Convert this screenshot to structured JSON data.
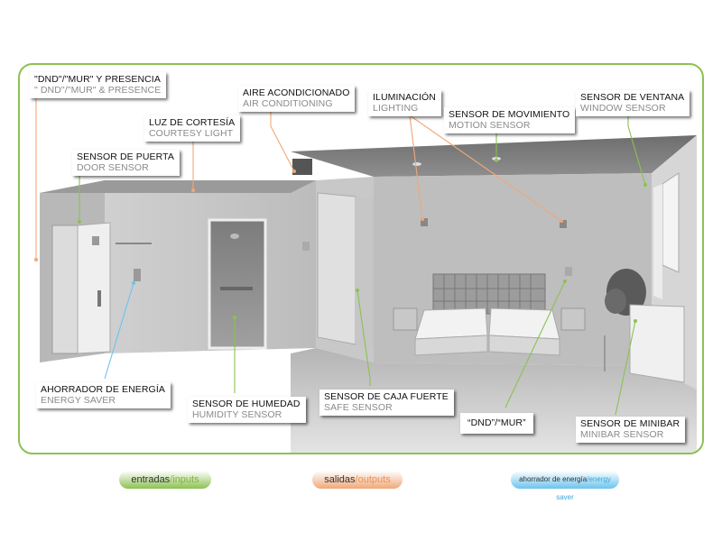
{
  "labels": {
    "dnd_presence": {
      "es": "\"DND\"/\"MUR\" Y PRESENCIA",
      "en": "\" DND\"/\"MUR\" & PRESENCE"
    },
    "air_conditioning": {
      "es": "AIRE ACONDICIONADO",
      "en": "AIR CONDITIONING"
    },
    "lighting": {
      "es": "ILUMINACIÓN",
      "en": "LIGHTING"
    },
    "motion_sensor": {
      "es": "SENSOR DE MOVIMIENTO",
      "en": "MOTION SENSOR"
    },
    "window_sensor": {
      "es": "SENSOR DE VENTANA",
      "en": "WINDOW SENSOR"
    },
    "courtesy_light": {
      "es": "LUZ DE CORTESÍA",
      "en": "COURTESY LIGHT"
    },
    "door_sensor": {
      "es": "SENSOR DE PUERTA",
      "en": "DOOR SENSOR"
    },
    "energy_saver": {
      "es": "AHORRADOR DE ENERGÍA",
      "en": "ENERGY SAVER"
    },
    "humidity_sensor": {
      "es": "SENSOR DE HUMEDAD",
      "en": "HUMIDITY SENSOR"
    },
    "safe_sensor": {
      "es": "SENSOR DE CAJA FUERTE",
      "en": "SAFE SENSOR"
    },
    "dnd_mur": {
      "es": "“DND”/“MUR”"
    },
    "minibar_sensor": {
      "es": "SENSOR DE MINIBAR",
      "en": "MINIBAR SENSOR"
    }
  },
  "legend": {
    "inputs": {
      "es": "entradas",
      "sep": "/",
      "en": "inputs"
    },
    "outputs": {
      "es": "salidas",
      "sep": "/",
      "en": "outputs"
    },
    "energy": {
      "es": "ahorrador de energía",
      "sep": "/",
      "en": "energy saver"
    }
  },
  "colors": {
    "frame_border": "#8cc152",
    "input_green": "#8cc152",
    "output_orange": "#f0a878",
    "energy_blue": "#6cc3ee"
  }
}
